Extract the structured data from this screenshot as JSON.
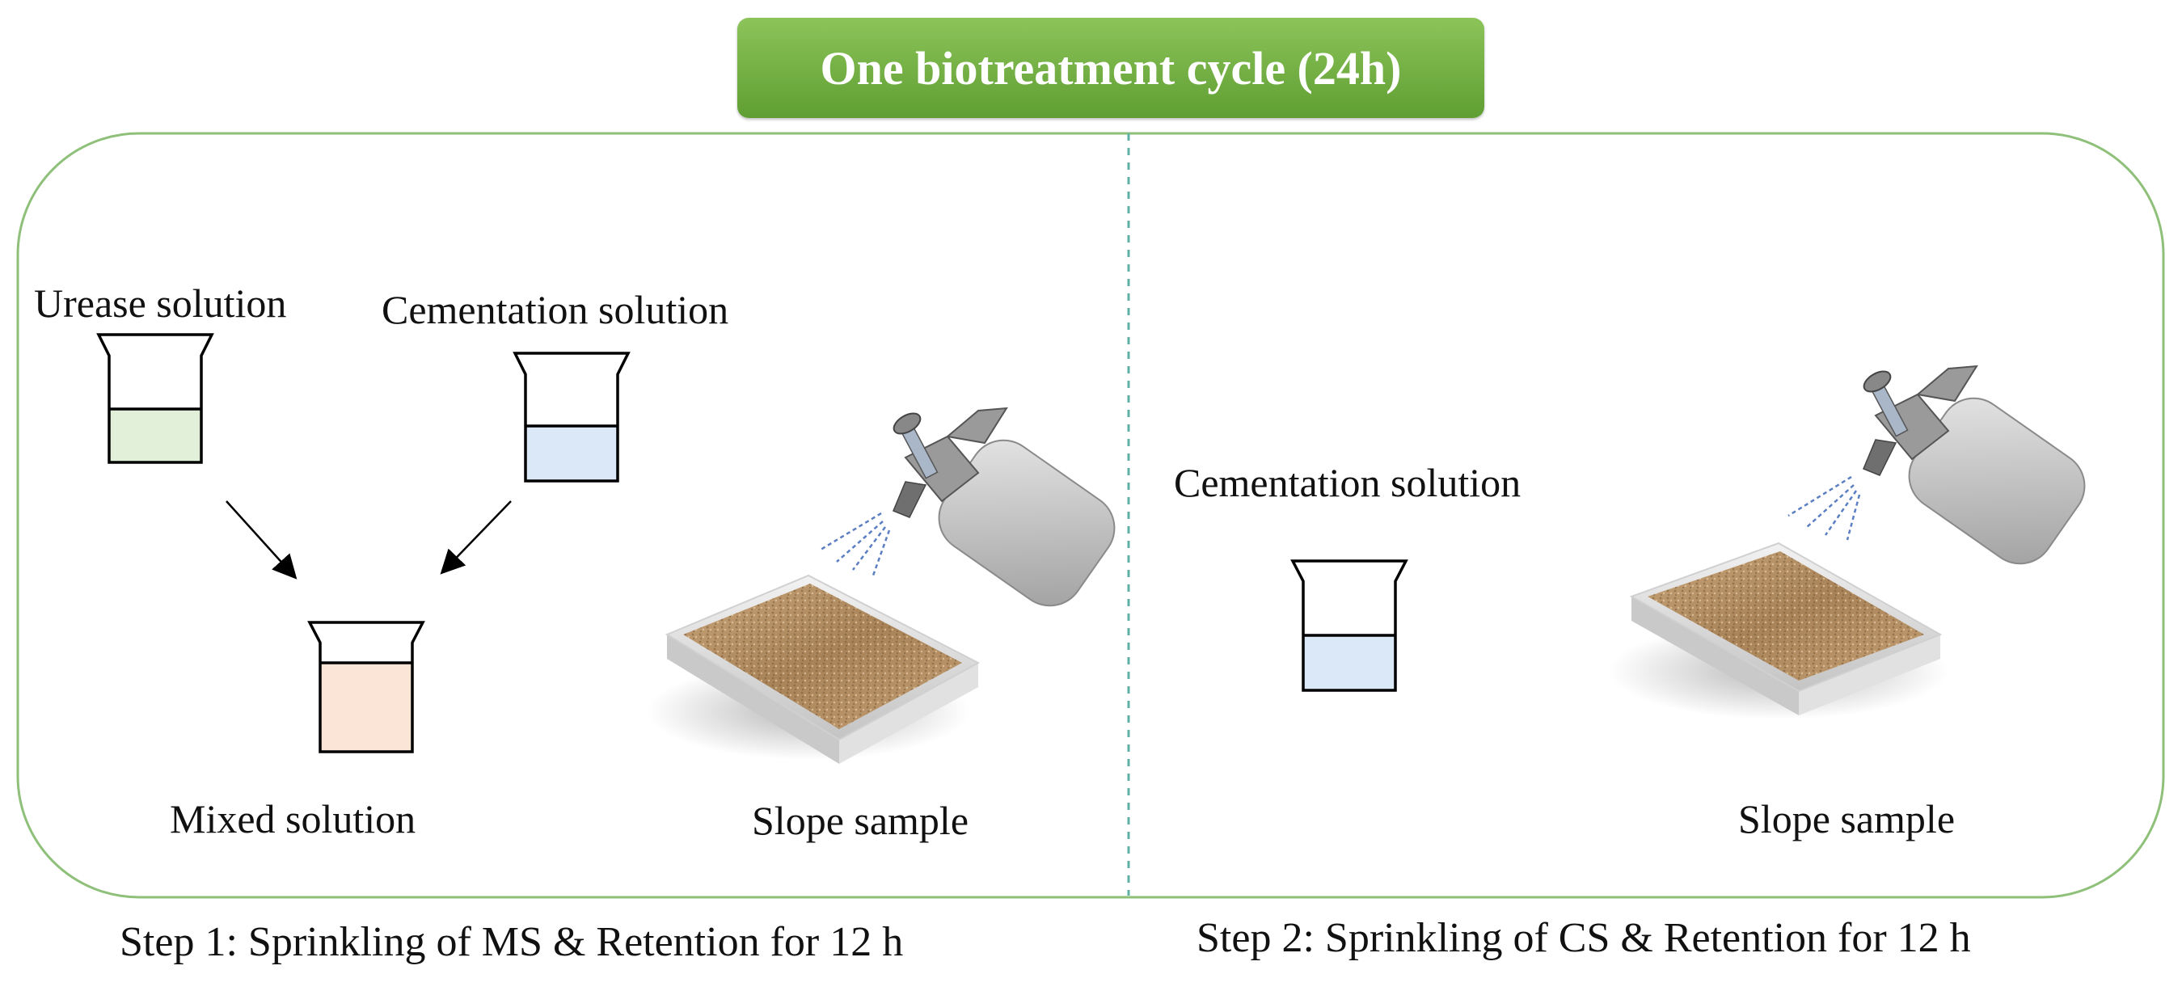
{
  "title": "One biotreatment cycle (24h)",
  "step1": {
    "urease_label": "Urease solution",
    "cementation_label": "Cementation solution",
    "mixed_label": "Mixed solution",
    "slope_label": "Slope sample",
    "caption": "Step 1: Sprinkling of MS & Retention for 12 h"
  },
  "step2": {
    "cementation_label": "Cementation solution",
    "slope_label": "Slope sample",
    "caption": "Step 2: Sprinkling of CS & Retention for 12 h"
  },
  "colors": {
    "title_green": "#6aab3c",
    "frame_green": "#8ec07a",
    "urease_fill": "#e2f0d9",
    "cementation_fill": "#dae8f7",
    "mixed_fill": "#fbe5d6",
    "sand": "#b89468"
  }
}
